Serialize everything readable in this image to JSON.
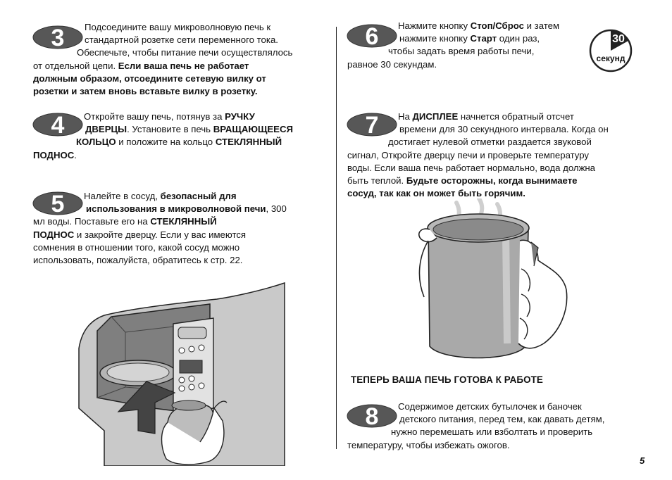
{
  "colors": {
    "badge_fill": "#575757",
    "badge_digit": "#ffffff",
    "text": "#111111",
    "oven_gray": "#8e8e8e",
    "arrow": "#444444"
  },
  "steps": {
    "s3": {
      "number": "3",
      "l1": "Подсоедините вашу микроволновую печь к",
      "l2": "стандартной розетке сети переменного тока.",
      "l3": "Обеспечьте, чтобы питание печи осуществлялось",
      "l4": "от отдельной цепи. ",
      "l4b": "Если ваша печь не работает",
      "l5b": "должным образом, отсоедините сетевую вилку от",
      "l6b": "розетки и затем вновь вставьте вилку в розетку."
    },
    "s4": {
      "number": "4",
      "l1": "Откройте вашу печь, потянув за ",
      "l1b": "РУЧКУ",
      "l2b": "ДВЕРЦЫ",
      "l2": ". Установите в печь ",
      "l2c": "ВРАЩАЮЩЕЕСЯ",
      "l3b": "КОЛЬЦО",
      "l3": " и положите на кольцо ",
      "l3c": "СТЕКЛЯННЫЙ",
      "l4b": "ПОДНОС",
      "l4": "."
    },
    "s5": {
      "number": "5",
      "l1": "Налейте в сосуд, ",
      "l1b": "безопасный для",
      "l2b": "использования в микроволновой печи",
      "l2": ", 300",
      "l3": "мл воды. Поставьте его на ",
      "l3b": "СТЕКЛЯННЫЙ",
      "l4b": "ПОДНОС",
      "l4": " и закройте дверцу. Если у вас имеются",
      "l5": "сомнения в отношении того, какой сосуд можно",
      "l6": "использовать, пожалуйста, обратитесь к стр. 22."
    },
    "s6": {
      "number": "6",
      "l1": "Нажмите кнопку ",
      "l1b": "Стоп/Сброс",
      "l1c": " и затем",
      "l2": "нажмите кнопку ",
      "l2b": "Старт",
      "l2c": " один раз,",
      "l3": "чтобы задать время работы печи,",
      "l4": "равное 30 секундам."
    },
    "s7": {
      "number": "7",
      "l1": "На ",
      "l1b": "ДИСПЛЕЕ",
      "l1c": " начнется обратный отсчет",
      "l2": "времени для 30 секундного интервала. Когда он",
      "l3": "достигает нулевой отметки раздается звуковой",
      "l4": "сигнал, Откройте дверцу печи и проверьте температуру",
      "l5": "воды. Если ваша печь работает нормально, вода должна",
      "l6": "быть теплой. ",
      "l6b": "Будьте осторожны, когда вынимаете",
      "l7b": "сосуд, так как он может быть горячим."
    },
    "s8": {
      "number": "8",
      "l1": "Содержимое детских бутылочек и баночек",
      "l2": "детского питания, перед тем, как давать детям,",
      "l3": "нужно перемешать или взболтать и проверить",
      "l4": "температуру, чтобы избежать ожогов."
    }
  },
  "timer": {
    "value": "30",
    "unit": "секунд"
  },
  "ready_heading": "ТЕПЕРЬ ВАША ПЕЧЬ ГОТОВА К РАБОТЕ",
  "page_number": "5",
  "icons": {
    "step_badge": "oval-number-badge",
    "timer": "stopwatch-icon",
    "hand": "hand-holding-cup"
  }
}
